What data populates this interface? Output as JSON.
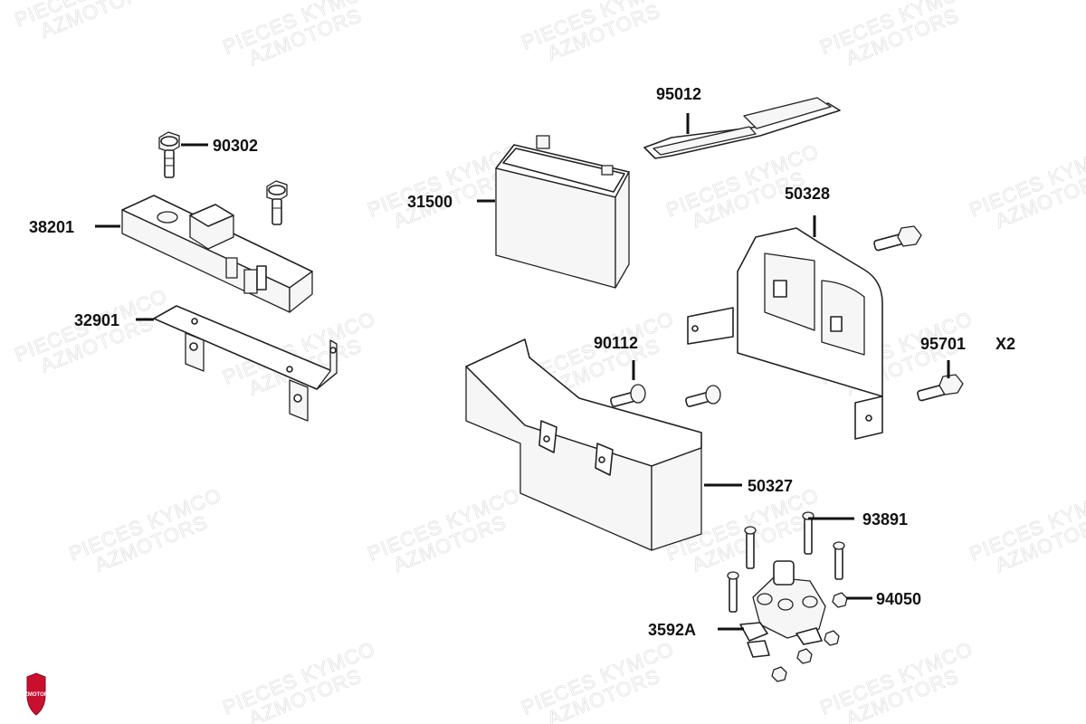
{
  "watermark": {
    "line1": "PIECES KYMCO",
    "line2": "AZMOTORS"
  },
  "logo": {
    "text": "AZMOTORS",
    "color": "#c8102e"
  },
  "labels": {
    "p90302": "90302",
    "p38201": "38201",
    "p32901": "32901",
    "p31500": "31500",
    "p95012": "95012",
    "p50328": "50328",
    "p90112": "90112",
    "p95701": "95701",
    "p95701_qty": "X2",
    "p50327": "50327",
    "p93891": "93891",
    "p94050": "94050",
    "p3592A": "3592A"
  }
}
